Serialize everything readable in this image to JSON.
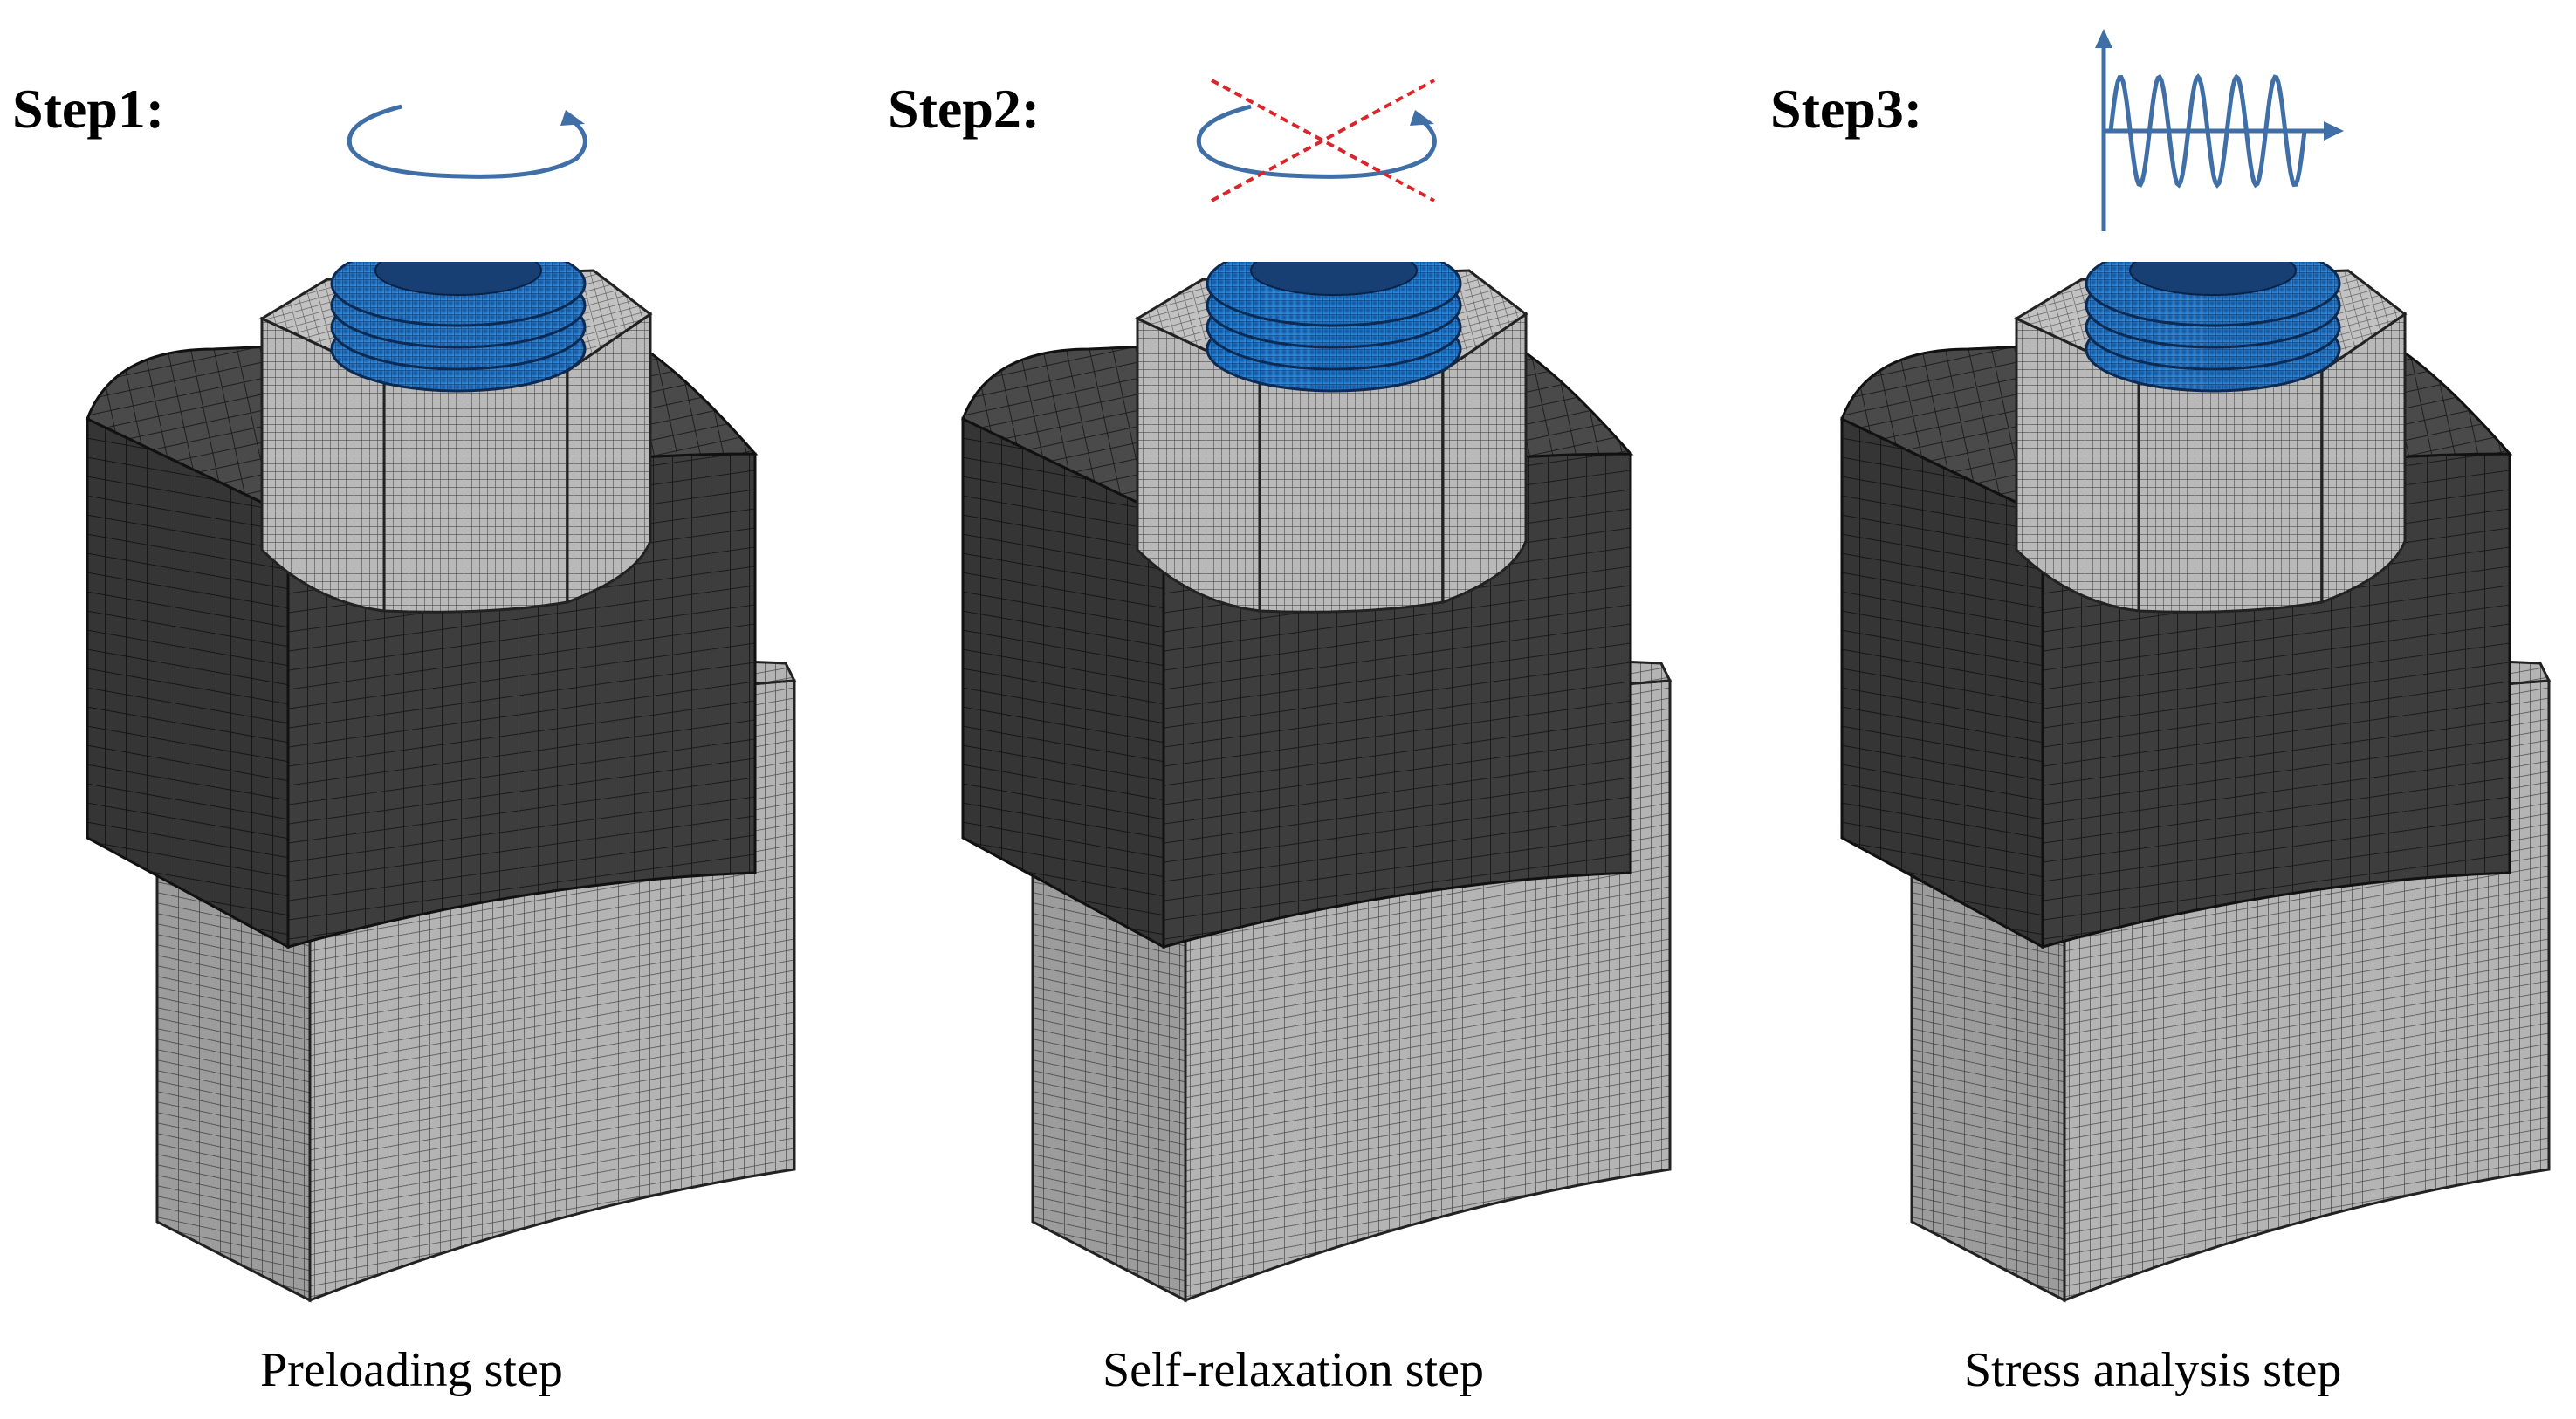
{
  "steps": [
    {
      "title": "Step1:",
      "caption": "Preloading step",
      "icon": "rotation-arrow-icon"
    },
    {
      "title": "Step2:",
      "caption": "Self-relaxation step",
      "icon": "crossed-rotation-arrow-icon"
    },
    {
      "title": "Step3:",
      "caption": "Stress analysis step",
      "icon": "sine-wave-load-icon"
    }
  ],
  "colors": {
    "arrow": "#3f6fa6",
    "cross": "#d9262a",
    "nut_blue": "#1f72c4",
    "mesh_dark": "#3c3c3c",
    "mesh_light": "#a8a8a8"
  }
}
